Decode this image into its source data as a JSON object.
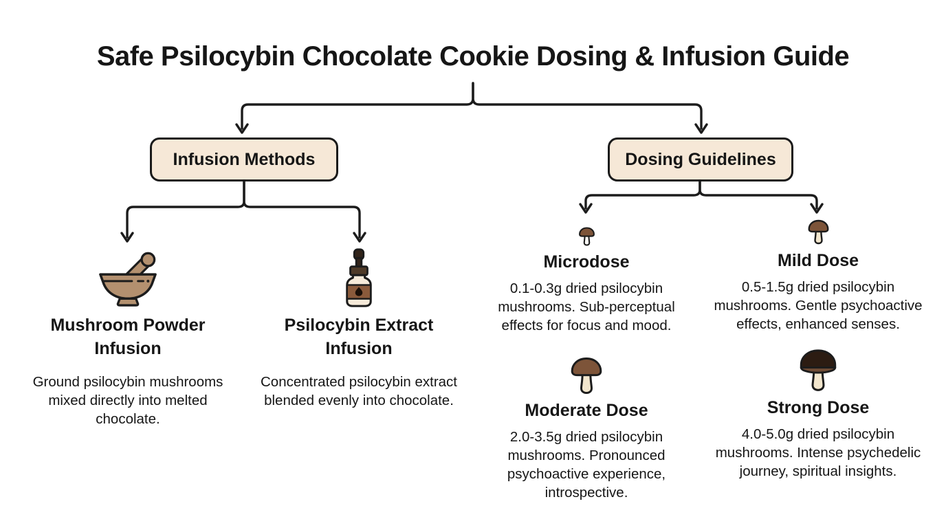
{
  "title": "Safe Psilocybin Chocolate Cookie Dosing & Infusion Guide",
  "colors": {
    "bg": "#ffffff",
    "line": "#1c1c1c",
    "text": "#161616",
    "box_fill": "#f6e8d7",
    "box_border": "#1a1a1a",
    "tan": "#b3906f",
    "cream": "#f6ead9",
    "band_brown": "#8a5a3b",
    "cap_brown": "#7d5439",
    "cap_dark": "#2c1c12",
    "underside": "#6f4c35",
    "dropper_dark": "#32241a",
    "cap_lid": "#4e3a28",
    "drop": "#1a0f08",
    "stem_light": "#fdfcf8",
    "stem_cream": "#f2e6cd"
  },
  "branches": {
    "infusion": {
      "label": "Infusion Methods"
    },
    "dosing": {
      "label": "Dosing Guidelines"
    }
  },
  "infusion_methods": [
    {
      "icon": "mortar-pestle-icon",
      "title": "Mushroom Powder Infusion",
      "description": "Ground psilocybin mushrooms mixed directly into melted chocolate."
    },
    {
      "icon": "dropper-bottle-icon",
      "title": "Psilocybin Extract Infusion",
      "description": "Concentrated psilocybin extract blended evenly into chocolate."
    }
  ],
  "dosing_levels": [
    {
      "icon": "mushroom-small-icon",
      "title": "Microdose",
      "description": "0.1-0.3g dried psilocybin mushrooms. Sub-perceptual effects for focus and mood."
    },
    {
      "icon": "mushroom-medium-icon",
      "title": "Mild Dose",
      "description": "0.5-1.5g dried psilocybin mushrooms. Gentle psychoactive effects, enhanced senses."
    },
    {
      "icon": "mushroom-large-icon",
      "title": "Moderate Dose",
      "description": "2.0-3.5g dried psilocybin mushrooms. Pronounced psychoactive experience, introspective."
    },
    {
      "icon": "mushroom-dark-icon",
      "title": "Strong Dose",
      "description": "4.0-5.0g dried psilocybin mushrooms. Intense psychedelic journey, spiritual insights."
    }
  ]
}
